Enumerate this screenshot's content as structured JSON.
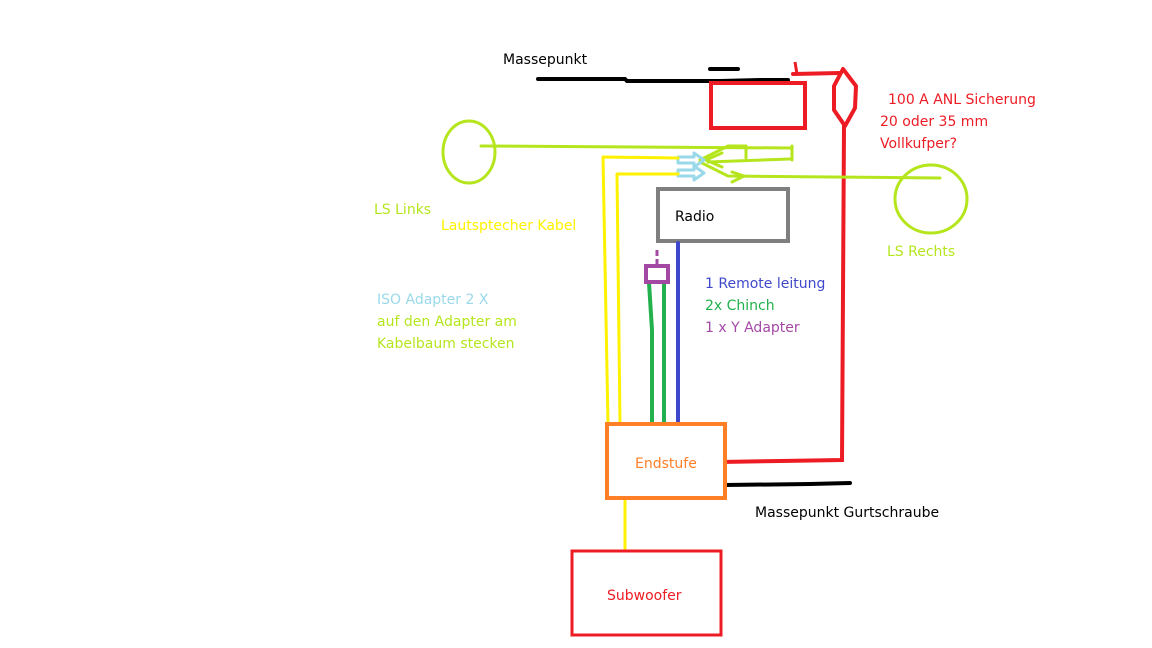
{
  "labels": {
    "massepunkt_top": "Massepunkt",
    "fuse_line1": "100 A ANL Sicherung",
    "fuse_line2": "20 oder 35 mm",
    "fuse_line3": "Vollkufper?",
    "ls_links": "LS Links",
    "lautsprecher_kabel": "Lautsptecher Kabel",
    "radio": "Radio",
    "ls_rechts": "LS Rechts",
    "remote": "1 Remote leitung",
    "chinch": "2x Chinch",
    "y_adapter": "1 x Y Adapter",
    "iso_line1": "ISO Adapter 2 X",
    "iso_line2": "auf den Adapter am",
    "iso_line3": "Kabelbaum stecken",
    "endstufe": "Endstufe",
    "massepunkt_bottom": "Massepunkt Gurtschraube",
    "subwoofer": "Subwoofer"
  },
  "colors": {
    "black": "#000000",
    "red": "#ed1c24",
    "lime": "#b5e61d",
    "yellow": "#fff200",
    "lightblue": "#99d9ea",
    "gray": "#7f7f7f",
    "blue": "#3f48cc",
    "green": "#22b14c",
    "purple": "#a349a4",
    "orange": "#ff7f27"
  }
}
